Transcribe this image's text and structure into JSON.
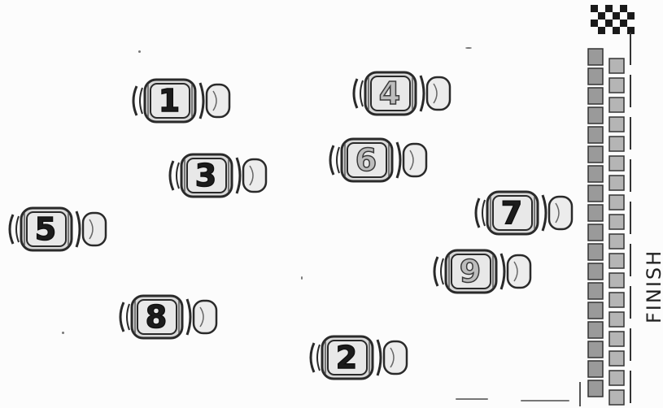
{
  "finish": {
    "label": "FINISH"
  },
  "cars": [
    {
      "number": "1"
    },
    {
      "number": "4"
    },
    {
      "number": "6"
    },
    {
      "number": "3"
    },
    {
      "number": "7"
    },
    {
      "number": "5"
    },
    {
      "number": "9"
    },
    {
      "number": "8"
    },
    {
      "number": "2"
    }
  ]
}
